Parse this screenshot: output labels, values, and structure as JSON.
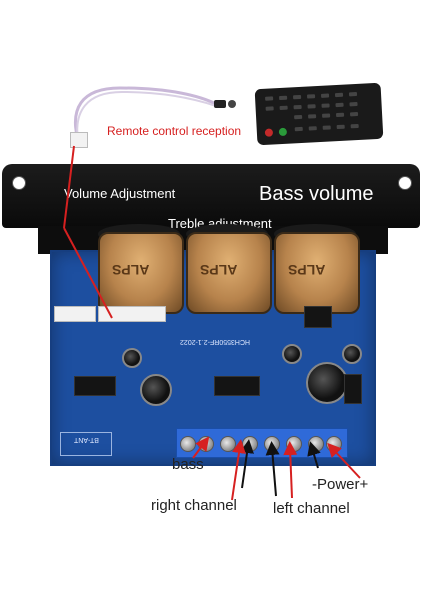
{
  "labels": {
    "remote_control_reception": "Remote control reception",
    "volume_adjustment": "Volume Adjustment",
    "bass_volume": "Bass volume",
    "treble_adjustment": "Treble adjustment",
    "bass": "bass",
    "right_channel": "right channel",
    "left_channel": "left channel",
    "power": "-Power+"
  },
  "board": {
    "model_marking": "HCH3550RF-2.1-2022",
    "knob_brand": "ALPS",
    "bt_antenna_marking": "BT-ANT"
  },
  "colors": {
    "pcb": "#1d4fa0",
    "annotation_red": "#d62020",
    "faceplate": "#111111",
    "terminal_block": "#2f6ad8"
  }
}
